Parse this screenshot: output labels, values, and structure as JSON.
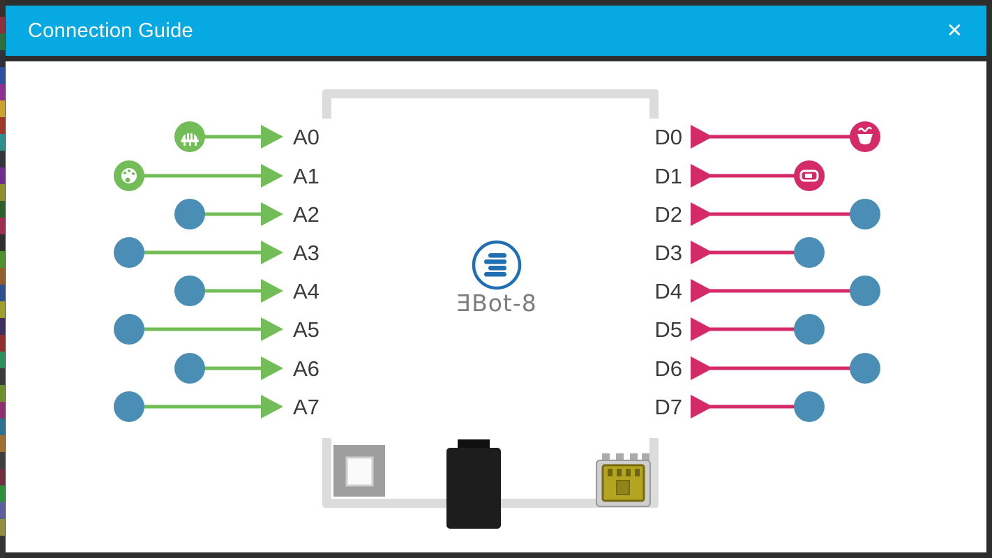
{
  "window": {
    "title": "Connection Guide",
    "close_icon": "✕"
  },
  "board": {
    "name": "ƎBot-8"
  },
  "colors": {
    "header_bar": "#07A9E2",
    "analog_accent": "#72BD58",
    "digital_accent": "#D42A68",
    "free_pin": "#4A8DB5",
    "logo_blue": "#1F6FB2",
    "board_outline": "#DCDCDC"
  },
  "pins": {
    "analog": [
      {
        "label": "A0",
        "device": "potentiometer"
      },
      {
        "label": "A1",
        "device": "palette"
      },
      {
        "label": "A2",
        "device": ""
      },
      {
        "label": "A3",
        "device": ""
      },
      {
        "label": "A4",
        "device": ""
      },
      {
        "label": "A5",
        "device": ""
      },
      {
        "label": "A6",
        "device": ""
      },
      {
        "label": "A7",
        "device": ""
      }
    ],
    "digital": [
      {
        "label": "D0",
        "device": "cup"
      },
      {
        "label": "D1",
        "device": "battery"
      },
      {
        "label": "D2",
        "device": ""
      },
      {
        "label": "D3",
        "device": ""
      },
      {
        "label": "D4",
        "device": ""
      },
      {
        "label": "D5",
        "device": ""
      },
      {
        "label": "D6",
        "device": ""
      },
      {
        "label": "D7",
        "device": ""
      }
    ]
  },
  "connectors": [
    "power-switch",
    "barrel-jack",
    "mini-usb"
  ]
}
